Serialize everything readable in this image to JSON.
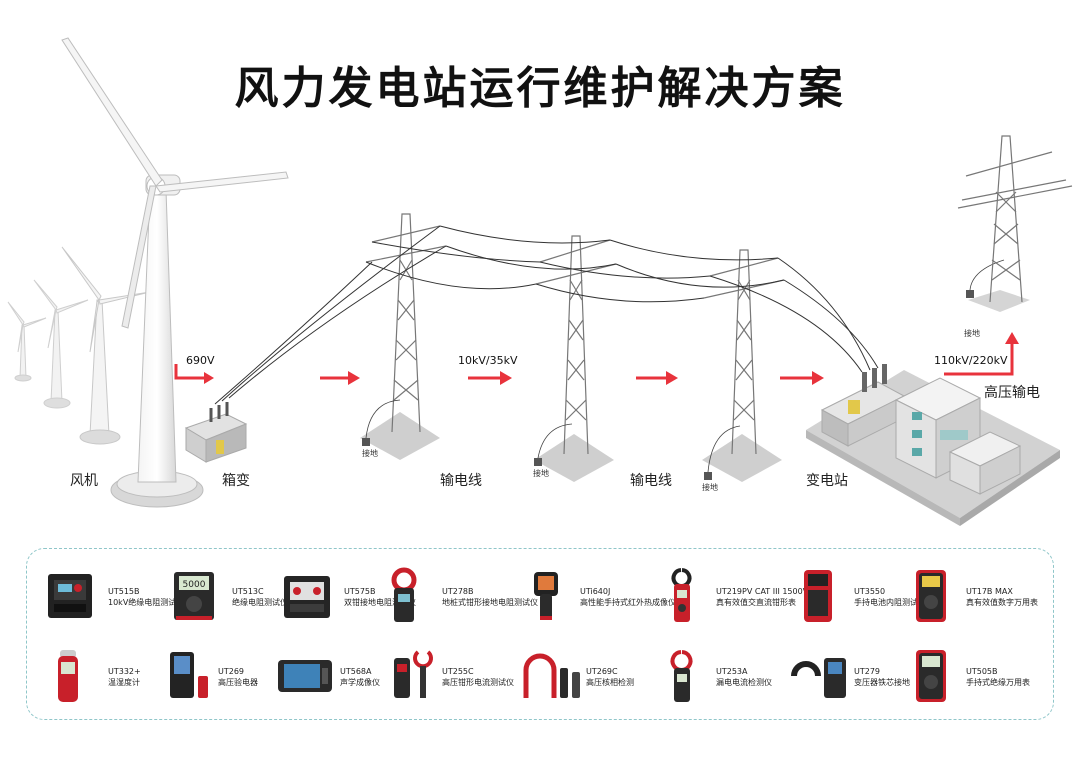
{
  "title": "风力发电站运行维护解决方案",
  "labels": {
    "wind": "风机",
    "box": "箱变",
    "line1": "输电线",
    "line2": "输电线",
    "substation": "变电站",
    "hv": "高压输电"
  },
  "voltages": {
    "v1": "690V",
    "v2": "10kV/35kV",
    "v3": "110kV/220kV"
  },
  "ground": "接地",
  "colors": {
    "accent": "#e8333c",
    "panel_border": "#8fc6c9",
    "device_red": "#c8202a"
  },
  "products": [
    {
      "code": "UT515B",
      "name": "10kV绝缘电阻测试仪",
      "icon": "insulation-tester-case-icon"
    },
    {
      "code": "UT513C",
      "name": "绝缘电阻测试仪",
      "icon": "insulation-tester-icon"
    },
    {
      "code": "UT575B",
      "name": "双钳接地电阻测试仪",
      "icon": "double-clamp-tester-case-icon"
    },
    {
      "code": "UT278B",
      "name": "地桩式钳形接地电阻测试仪",
      "icon": "clamp-ground-tester-icon"
    },
    {
      "code": "UTi640J",
      "name": "高性能手持式红外热成像仪",
      "icon": "thermal-camera-icon"
    },
    {
      "code": "UT219PV  CAT III 1500V",
      "name": "真有效值交直流钳形表",
      "icon": "clamp-meter-icon"
    },
    {
      "code": "UT3550",
      "name": "手持电池内阻测试仪",
      "icon": "battery-tester-icon"
    },
    {
      "code": "UT17B MAX",
      "name": "真有效值数字万用表",
      "icon": "multimeter-icon"
    },
    {
      "code": "UT332+",
      "name": "温湿度计",
      "icon": "thermo-hygrometer-icon"
    },
    {
      "code": "UT269",
      "name": "高压验电器",
      "icon": "hv-detector-icon"
    },
    {
      "code": "UT568A",
      "name": "声学成像仪",
      "icon": "acoustic-imager-icon"
    },
    {
      "code": "UT255C",
      "name": "高压钳形电流测试仪",
      "icon": "hv-clamp-tester-icon"
    },
    {
      "code": "UT269C",
      "name": "高压核相检测",
      "icon": "phase-checker-icon"
    },
    {
      "code": "UT253A",
      "name": "漏电电流检测仪",
      "icon": "leakage-clamp-icon"
    },
    {
      "code": "UT279",
      "name": "变压器铁芯接地",
      "icon": "transformer-core-tester-icon"
    },
    {
      "code": "UT505B",
      "name": "手持式绝缘万用表",
      "icon": "insulation-multimeter-icon"
    }
  ]
}
